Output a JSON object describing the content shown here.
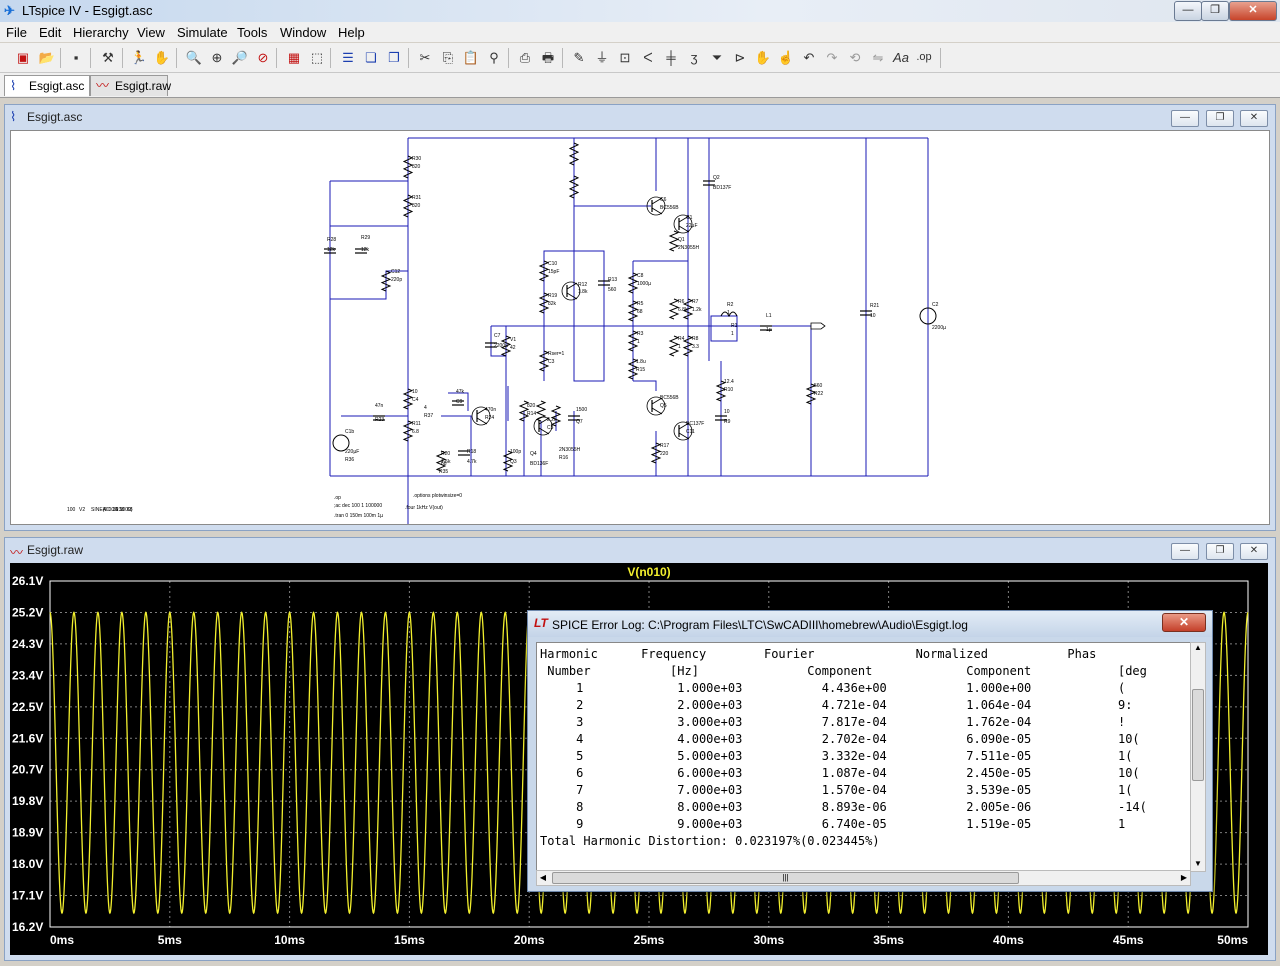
{
  "window": {
    "title": "LTspice IV - Esgigt.asc",
    "min": "—",
    "max": "❐",
    "close": "✕"
  },
  "menu": [
    "File",
    "Edit",
    "Hierarchy",
    "View",
    "Simulate",
    "Tools",
    "Window",
    "Help"
  ],
  "toolbar_icons": [
    "new-schematic",
    "open",
    "save",
    "control-panel",
    "run",
    "halt",
    "zoom-in",
    "pan",
    "zoom-out",
    "zoom-cancel",
    "autorange",
    "zoom-fit",
    "tile-horizontal",
    "tile-vertical",
    "cascade",
    "cut",
    "copy",
    "paste",
    "find",
    "print-preview",
    "print",
    "wire",
    "ground",
    "label-net",
    "resistor",
    "capacitor",
    "inductor",
    "diode",
    "component",
    "move",
    "drag",
    "undo",
    "redo",
    "rotate",
    "mirror",
    "text",
    "spice-directive"
  ],
  "doc_tabs": [
    {
      "label": "Esgigt.asc",
      "icon": "schematic-icon",
      "active": true
    },
    {
      "label": "Esgigt.raw",
      "icon": "waveform-icon",
      "active": false
    }
  ],
  "schematic_window": {
    "title": "Esgigt.asc"
  },
  "waveform_window": {
    "title": "Esgigt.raw"
  },
  "schematic": {
    "labels": [
      "R30",
      "820",
      "R31",
      "820",
      "R28",
      "12k",
      "R29",
      "12k",
      "C12",
      "220p",
      "C10",
      "15pF",
      "R19",
      "82k",
      "R12",
      "1.8k",
      "R13",
      "560",
      "C6",
      "BC556B",
      "C1",
      "22µF",
      "Q2",
      "BD137F",
      "Q1",
      "2N3055H",
      "C8",
      "1000µ",
      "R5",
      "68",
      "R6",
      "6.8k",
      "R7",
      "1.2k",
      "R3",
      "1",
      "R4",
      "1",
      "R8",
      "3.3",
      "R2",
      "1",
      "R1",
      "1",
      "L1",
      "1µ",
      "R21",
      "10",
      "C2",
      "2200µ",
      "C7",
      "2200µ",
      "V1",
      "42",
      "Rser=1",
      "C3",
      "1.8u",
      "R15",
      "820",
      "R14",
      "12.4",
      "R10",
      "10",
      "R9",
      "560",
      "R22",
      "10",
      "C4",
      "47n",
      "R23",
      "4",
      "R37",
      "47k",
      "C9",
      "470n",
      "R24",
      "2.2k",
      "C5",
      "1500",
      "Q7",
      "BC556B",
      "Q5",
      "BC137F",
      "C11",
      "100p",
      "Q4",
      "BD136F",
      "Q3",
      "2N3055H",
      "R16",
      "R17",
      "220",
      "R18",
      "4.7k",
      "R11",
      "6.8",
      "R20",
      "68",
      "C1b",
      "220µF",
      "R36",
      "1.5k",
      "R35",
      "100",
      "V2",
      "SINE(0 0.35 1000)",
      "AC 0.1",
      "R38",
      "68"
    ],
    "directives": [
      ".op",
      ";ac dec 100 1 100000",
      ".tran 0 150m 100m 1µ",
      ".options plotwinsize=0",
      ".four 1kHz V(out)"
    ]
  },
  "chart_data": {
    "type": "line",
    "title": "V(n010)",
    "x_unit": "ms",
    "y_unit": "V",
    "xlim": [
      0,
      50
    ],
    "ylim": [
      16.2,
      26.1
    ],
    "x_ticks": [
      "0ms",
      "5ms",
      "10ms",
      "15ms",
      "20ms",
      "25ms",
      "30ms",
      "35ms",
      "40ms",
      "45ms",
      "50ms"
    ],
    "y_ticks": [
      "26.1V",
      "25.2V",
      "24.3V",
      "23.4V",
      "22.5V",
      "21.6V",
      "20.7V",
      "19.8V",
      "18.9V",
      "18.0V",
      "17.1V",
      "16.2V"
    ],
    "grid": true,
    "series": [
      {
        "name": "V(n010)",
        "color": "#f2ef2e",
        "frequency_hz": 1000,
        "max": 25.2,
        "min": 16.6,
        "offset": 20.9
      }
    ]
  },
  "error_log": {
    "title": "SPICE Error Log: C:\\Program Files\\LTC\\SwCADIII\\homebrew\\Audio\\Esgigt.log",
    "close": "✕",
    "scroll_grip": "|||",
    "header1": [
      "Harmonic",
      "Frequency",
      "Fourier",
      "Normalized",
      "Phas"
    ],
    "header2": [
      "Number",
      "[Hz]",
      "Component",
      "Component",
      "[deg"
    ],
    "rows": [
      [
        "1",
        "1.000e+03",
        "4.436e+00",
        "1.000e+00",
        "("
      ],
      [
        "2",
        "2.000e+03",
        "4.721e-04",
        "1.064e-04",
        "9:"
      ],
      [
        "3",
        "3.000e+03",
        "7.817e-04",
        "1.762e-04",
        "!"
      ],
      [
        "4",
        "4.000e+03",
        "2.702e-04",
        "6.090e-05",
        "10("
      ],
      [
        "5",
        "5.000e+03",
        "3.332e-04",
        "7.511e-05",
        "1("
      ],
      [
        "6",
        "6.000e+03",
        "1.087e-04",
        "2.450e-05",
        "10("
      ],
      [
        "7",
        "7.000e+03",
        "1.570e-04",
        "3.539e-05",
        "1("
      ],
      [
        "8",
        "8.000e+03",
        "8.893e-06",
        "2.005e-06",
        "-14("
      ],
      [
        "9",
        "9.000e+03",
        "6.740e-05",
        "1.519e-05",
        "1"
      ]
    ],
    "thd": "Total Harmonic Distortion: 0.023197%(0.023445%)"
  }
}
